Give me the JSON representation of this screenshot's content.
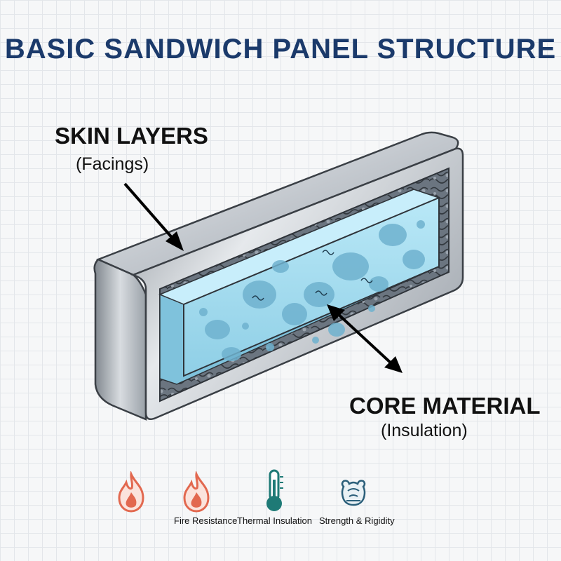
{
  "title": "BASIC SANDWICH PANEL STRUCTURE",
  "labels": {
    "skin": {
      "title": "SKIN LAYERS",
      "subtitle": "(Facings)"
    },
    "core": {
      "title": "CORE MATERIAL",
      "subtitle": "(Insulation)"
    }
  },
  "features": [
    {
      "label": "",
      "icon": "flame-icon"
    },
    {
      "label": "Fire Resistance",
      "icon": "flame-icon"
    },
    {
      "label": "Thermal Insulation",
      "icon": "thermometer-icon"
    },
    {
      "label": "Strength & Rigidity",
      "icon": "strength-icon"
    }
  ],
  "colors": {
    "title": "#1b3a6b",
    "flame": "#e2684f",
    "thermometer": "#1e7a76",
    "strength": "#2b5f7a",
    "core": "#a9dff0",
    "metal": "#bfc5cc"
  }
}
